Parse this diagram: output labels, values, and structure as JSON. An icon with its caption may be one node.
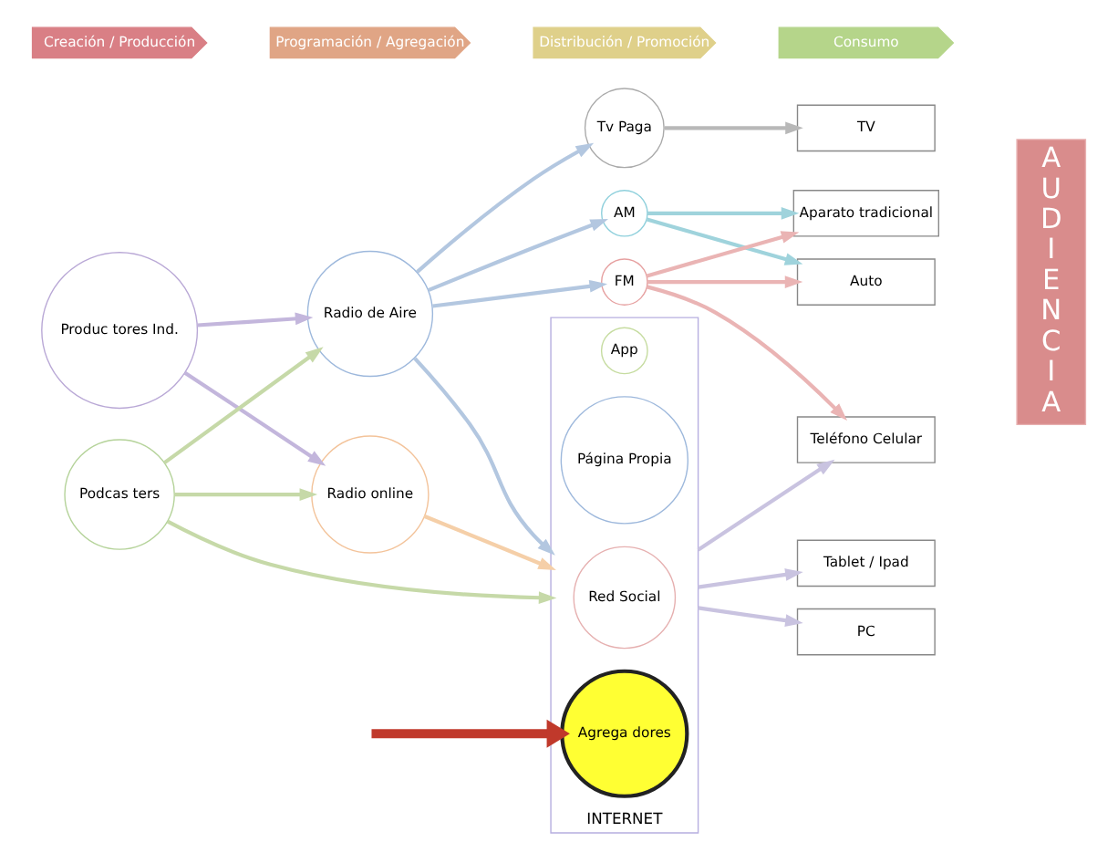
{
  "diagram": {
    "nodes": [
      {
        "text": [
          "Produc tores Ind."
        ]
      },
      {
        "text": [
          "Podcas ters"
        ]
      },
      {
        "text": [
          "Radio de Aire"
        ]
      },
      {
        "text": [
          "Radio online"
        ]
      },
      {
        "text": [
          "AM"
        ]
      },
      {
        "text": [
          "Tv Paga"
        ]
      },
      {
        "text": [
          "FM"
        ]
      },
      {
        "text": [
          "INTERNET"
        ]
      },
      {
        "text": [
          "App"
        ],
        "in": 7
      },
      {
        "text": [
          "Página Propia"
        ],
        "in": 7
      },
      {
        "text": [
          "Red Social"
        ],
        "in": 7
      },
      {
        "text": [
          "Agrega dores"
        ],
        "in": 7
      },
      {
        "text": [
          "Aparato tradicional"
        ]
      },
      {
        "text": [
          "Auto"
        ]
      },
      {
        "text": [
          "TV"
        ]
      },
      {
        "text": [
          "Teléfono Celular"
        ]
      },
      {
        "text": [
          "PC"
        ]
      },
      {
        "text": [
          "Tablet / Ipad"
        ]
      },
      {
        "text": [
          "A U D I E N C I A"
        ]
      },
      {
        "text": [
          "Creación / Producción"
        ]
      },
      {
        "text": [
          "Programación / Agregación"
        ]
      },
      {
        "text": [
          "Distribución / Promoción"
        ]
      },
      {
        "text": [
          "Consumo"
        ]
      }
    ],
    "edges": [
      {
        "from": 0,
        "to": 2,
        "arrow": "to",
        "color": "#c3b6dc"
      },
      {
        "from": 0,
        "to": 3,
        "arrow": "to",
        "color": "#c3b6dc"
      },
      {
        "from": 1,
        "to": 2,
        "arrow": "to",
        "color": "#c6d9a8"
      },
      {
        "from": 1,
        "to": 3,
        "arrow": "to",
        "color": "#c6d9a8"
      },
      {
        "from": 1,
        "to": 7,
        "arrow": "to",
        "color": "#c6d9a8"
      },
      {
        "from": 2,
        "to": 4,
        "arrow": "to",
        "color": "#b3c7e0"
      },
      {
        "from": 2,
        "to": 5,
        "arrow": "to",
        "color": "#b3c7e0"
      },
      {
        "from": 2,
        "to": 6,
        "arrow": "to",
        "color": "#b3c7e0"
      },
      {
        "from": 2,
        "to": 7,
        "arrow": "to",
        "color": "#b3c7e0"
      },
      {
        "from": 3,
        "to": 7,
        "arrow": "to",
        "color": "#f5cfa8"
      },
      {
        "from": 4,
        "to": 12,
        "arrow": "to",
        "color": "#9fd3dc"
      },
      {
        "from": 4,
        "to": 13,
        "arrow": "to",
        "color": "#9fd3dc"
      },
      {
        "from": 5,
        "to": 14,
        "arrow": "to",
        "color": "#b8b8b8"
      },
      {
        "from": 6,
        "to": 12,
        "arrow": "to",
        "color": "#eab4b4"
      },
      {
        "from": 6,
        "to": 13,
        "arrow": "to",
        "color": "#eab4b4"
      },
      {
        "from": 6,
        "to": 15,
        "arrow": "to",
        "color": "#eab4b4"
      },
      {
        "from": 7,
        "to": 15,
        "arrow": "to",
        "color": "#c9c3e0"
      },
      {
        "from": 7,
        "to": 16,
        "arrow": "to",
        "color": "#c9c3e0"
      },
      {
        "from": 7,
        "to": 17,
        "arrow": "to",
        "color": "#c9c3e0"
      },
      {
        "from": null,
        "to": 11,
        "arrow": "to",
        "style": "thick",
        "color": "#c0392b"
      }
    ]
  }
}
